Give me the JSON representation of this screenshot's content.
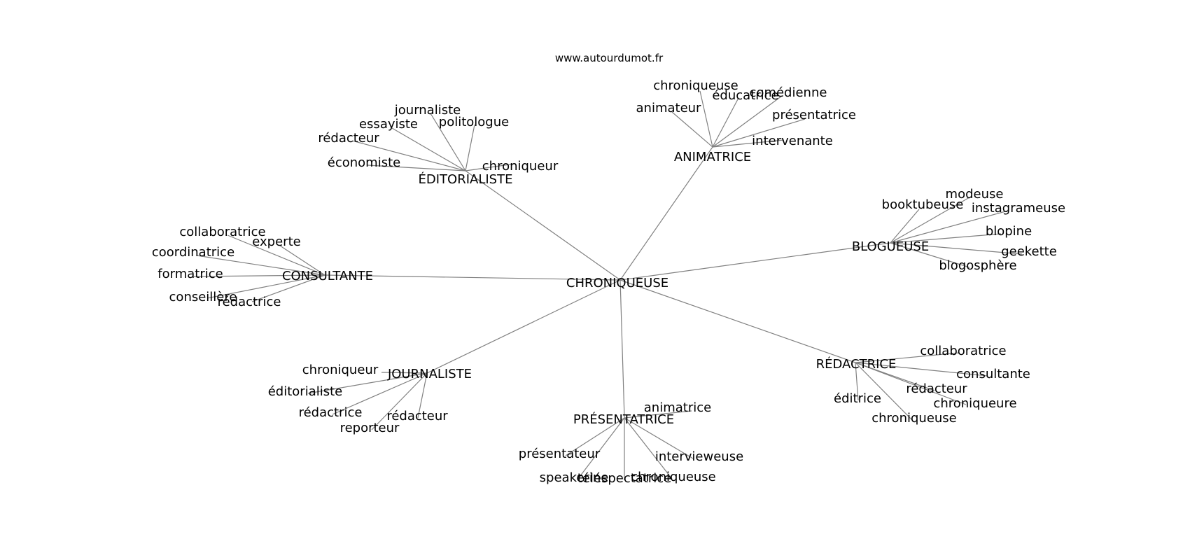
{
  "credit": "www.autourdumot.fr",
  "center": "CHRONIQUEUSE",
  "edge_color": "#808080",
  "text_color": "#000000",
  "clusters": [
    {
      "hub": "ANIMATRICE",
      "leaves": [
        "chroniqueuse",
        "éducatrice",
        "comédienne",
        "animateur",
        "présentatrice",
        "intervenante"
      ]
    },
    {
      "hub": "ÉDITORIALISTE",
      "leaves": [
        "journaliste",
        "essayiste",
        "politologue",
        "rédacteur",
        "économiste",
        "chroniqueur"
      ]
    },
    {
      "hub": "BLOGUEUSE",
      "leaves": [
        "modeuse",
        "booktubeuse",
        "instagrameuse",
        "blopine",
        "geekette",
        "blogosphère"
      ]
    },
    {
      "hub": "CONSULTANTE",
      "leaves": [
        "collaboratrice",
        "experte",
        "coordinatrice",
        "formatrice",
        "conseillère",
        "rédactrice"
      ]
    },
    {
      "hub": "JOURNALISTE",
      "leaves": [
        "chroniqueur",
        "éditorialiste",
        "rédactrice",
        "rédacteur",
        "reporteur"
      ]
    },
    {
      "hub": "RÉDACTRICE",
      "leaves": [
        "collaboratrice",
        "consultante",
        "rédacteur",
        "éditrice",
        "chroniqueure",
        "chroniqueuse"
      ]
    },
    {
      "hub": "PRÉSENTATRICE",
      "leaves": [
        "animatrice",
        "présentateur",
        "intervieweuse",
        "speakerine",
        "téléspectatrice",
        "chroniqueuse"
      ]
    }
  ]
}
